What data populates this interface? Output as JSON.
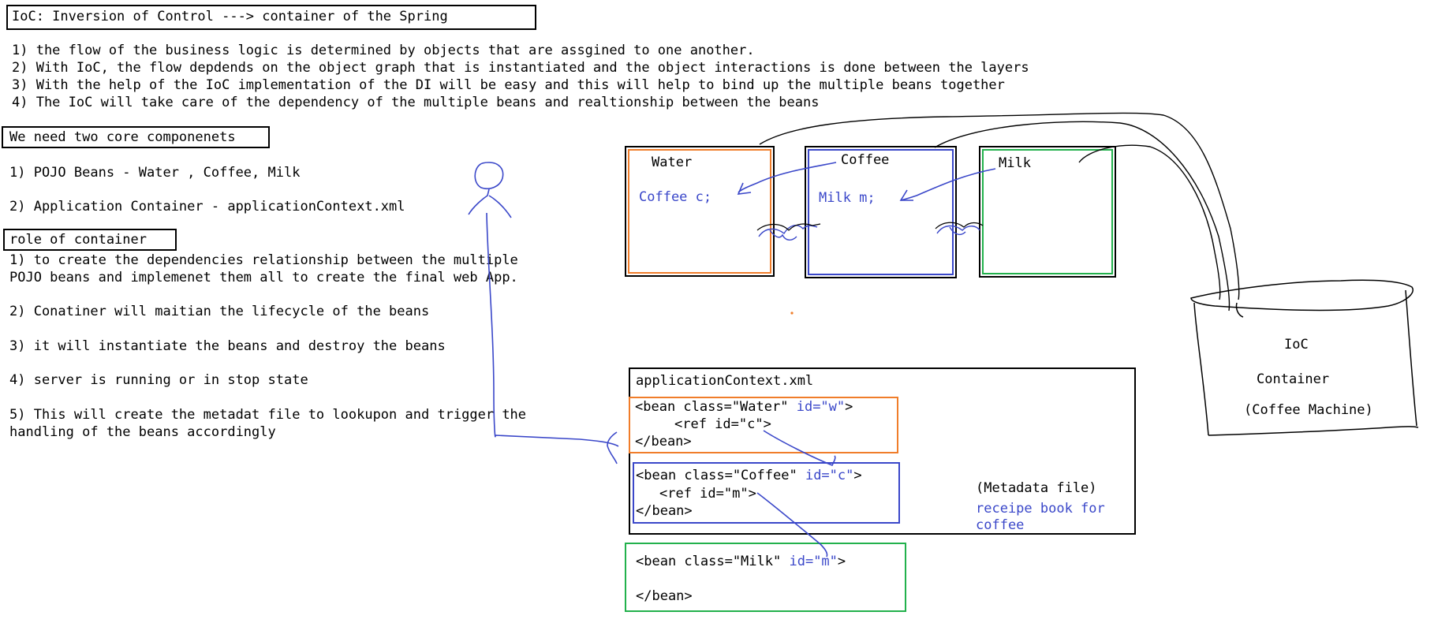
{
  "title": "IoC: Inversion of Control ---> container of the Spring",
  "points": [
    "1) the flow of the business logic is determined by objects that are assgined to one another.",
    "2) With IoC, the flow depdends on the object graph that is instantiated and the object interactions is done between the layers",
    "3) With the help of the IoC implementation of the DI will be easy and this will help to bind up the multiple beans together",
    "4) The IoC will take care of the dependency of the multiple beans and realtionship between the beans"
  ],
  "core_heading": "We need two core componenets",
  "core_items": [
    "1) POJO Beans - Water , Coffee, Milk",
    "2) Application Container - applicationContext.xml"
  ],
  "role_heading": "role of container",
  "role_items": [
    "1) to create the dependencies relationship between the multiple",
    "POJO beans and implemenet them all to create the final web App.",
    "2) Conatiner will maitian the lifecycle of the beans",
    "3) it will instantiate the beans and destroy the beans",
    "4) server is running or in stop state",
    "5) This will create the metadat file to lookupon and trigger the",
    "handling of the beans accordingly"
  ],
  "beans": {
    "water": {
      "label": "Water",
      "field": "Coffee c;",
      "color": "#f07d2a"
    },
    "coffee": {
      "label": "Coffee",
      "field": "Milk m;",
      "color": "#3a47c9"
    },
    "milk": {
      "label": "Milk",
      "color": "#22b14c"
    }
  },
  "container": {
    "line1": "IoC",
    "line2": "Container",
    "line3": "(Coffee Machine)"
  },
  "xml": {
    "title": "applicationContext.xml",
    "water_open": "<bean class=\"Water\"",
    "water_id": "id=\"w\"",
    "water_ref": "<ref id=\"c\">",
    "coffee_open": "<bean class=\"Coffee\"",
    "coffee_id": "id=\"c\"",
    "coffee_ref": "<ref id=\"m\">",
    "milk_open": "<bean class=\"Milk\"",
    "milk_id": "id=\"m\"",
    "close": "</bean>",
    "close_tail": ">"
  },
  "metadata": {
    "label": "(Metadata file)",
    "note1": "receipe book for",
    "note2": "coffee"
  }
}
